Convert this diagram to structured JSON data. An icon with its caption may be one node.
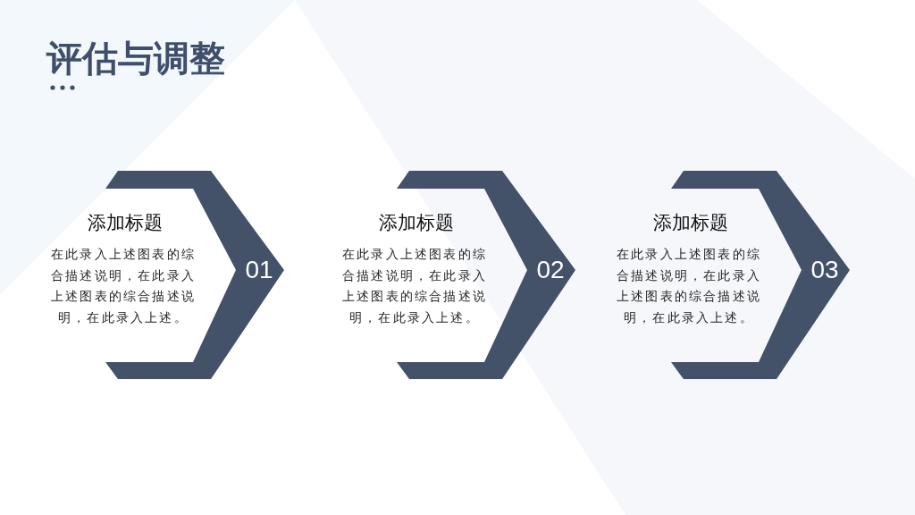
{
  "diagram": {
    "title": "评估与调整",
    "nodes": [
      {
        "text": [
          "添加标题",
          "在此录入上述图表的综合描述说明，在此录入上述图表的综合描述说明，在此录入上述。",
          "01"
        ]
      },
      {
        "text": [
          "添加标题",
          "在此录入上述图表的综合描述说明，在此录入上述图表的综合描述说明，在此录入上述。",
          "02"
        ]
      },
      {
        "text": [
          "添加标题",
          "在此录入上述图表的综合描述说明，在此录入上述图表的综合描述说明，在此录入上述。",
          "03"
        ]
      }
    ],
    "edges": []
  }
}
